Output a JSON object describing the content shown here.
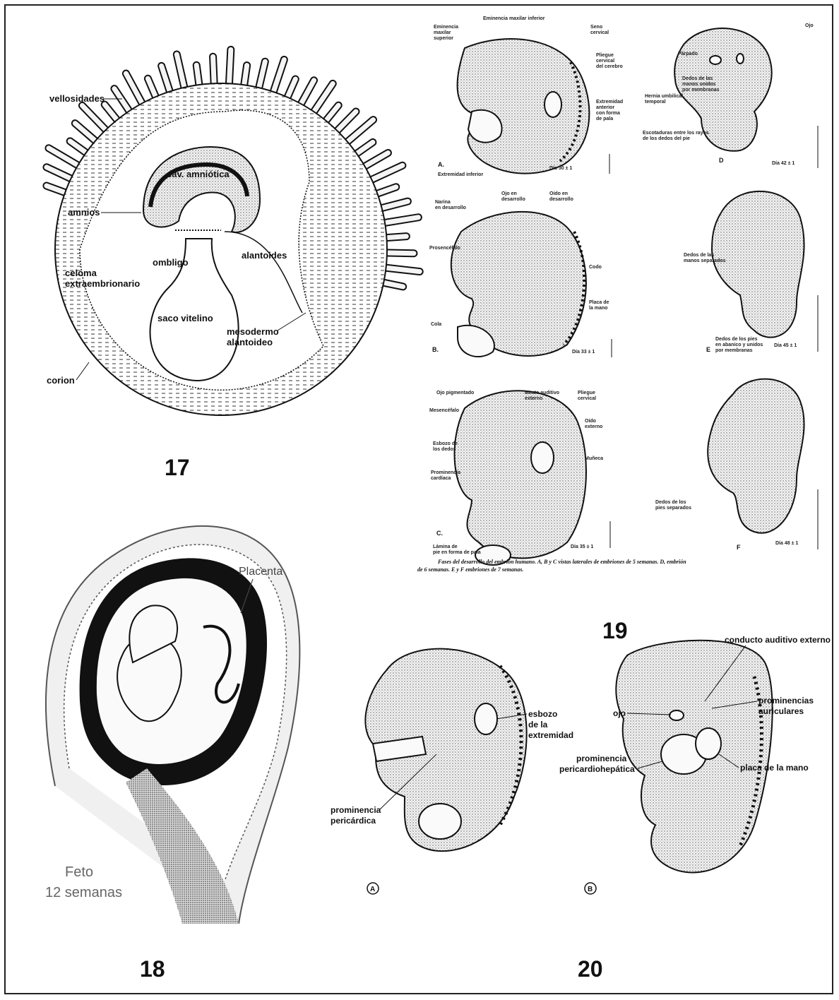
{
  "figures": {
    "fig17": {
      "number": "17",
      "labels": {
        "vellosidades": "vellosidades",
        "cav_amniotica": "cav. amniótica",
        "amnios": "amnios",
        "ombligo": "ombligo",
        "alantoides": "alantoides",
        "celoma": "celoma",
        "extraembrionario": "extraembrionario",
        "saco_vitelino": "saco vitelino",
        "mesodermo": "mesodermo",
        "alantoideo": "alantoideo",
        "corion": "corion"
      }
    },
    "fig18": {
      "number": "18",
      "placenta": "Placenta",
      "feto": "Feto",
      "semanas": "12 semanas"
    },
    "fig19": {
      "number": "19",
      "panel_letters": [
        "A.",
        "B.",
        "C.",
        "D",
        "E",
        "F"
      ],
      "panel_labels": {
        "a_eminencia_sup": "Eminencia maxilar superior",
        "a_eminencia_inf": "Eminencia maxilar inferior",
        "a_seno": "Seno cervical",
        "a_pliegue": "Pliegue cervical del cerebro",
        "a_extremidad_ant": "Extremidad anterior con forma de pala",
        "a_extremidad_inf": "Extremidad inferior",
        "a_dia": "Día 30 ± 1",
        "b_narina": "Narina en desarrollo",
        "b_ojo": "Ojo en desarrollo",
        "b_oido": "Oído en desarrollo",
        "b_prosencefalo": "Prosencéfalo",
        "b_codo": "Codo",
        "b_placa": "Placa de la mano",
        "b_cola": "Cola",
        "b_dia": "Día 33 ± 1",
        "c_ojo": "Ojo pigmentado",
        "c_meato": "Meato auditivo externo",
        "c_pliegue": "Pliegue cervical",
        "c_mesencefalo": "Mesencéfalo",
        "c_oido": "Oído externo",
        "c_esbozo": "Esbozo de los dedos",
        "c_muneca": "Muñeca",
        "c_prominencia": "Prominencia cardíaca",
        "c_lamina": "Lámina de pie en forma de pala",
        "c_dia": "Día 35 ± 1",
        "d_ojo": "Ojo",
        "d_parpado": "Párpado",
        "d_dedos": "Dedos de las manos unidos por membranas",
        "d_hernia": "Hernia umbilical temporal",
        "d_escotaduras": "Escotaduras entre los rayos de los dedos del pie",
        "d_dia": "Día 42 ± 1",
        "e_dedos_manos": "Dedos de las manos separados",
        "e_dedos_pies": "Dedos de los pies en abanico y unidos por membranas",
        "e_dia": "Día 45 ± 1",
        "f_dedos": "Dedos de los pies separados",
        "f_dia": "Día 48 ± 1"
      },
      "caption_line1": "Fases del desarrollo del embrión humano. A, B y C vistas laterales de embriones de 5 semanas. D, embrión",
      "caption_line2": "de 6 semanas. E y F embriones de 7 semanas."
    },
    "fig20": {
      "number": "20",
      "labels": {
        "esbozo": "esbozo",
        "de_la": "de la",
        "extremidad": "extremidad",
        "prominencia": "prominencia",
        "pericardica": "pericárdica",
        "conducto": "conducto auditivo externo",
        "ojo": "ojo",
        "prominencias": "prominencias",
        "auriculares": "auriculares",
        "prominencia2": "prominencia",
        "pericardiohepatica": "pericardiohepática",
        "placa": "placa de la mano",
        "marker_a": "A",
        "marker_b": "B"
      }
    }
  }
}
